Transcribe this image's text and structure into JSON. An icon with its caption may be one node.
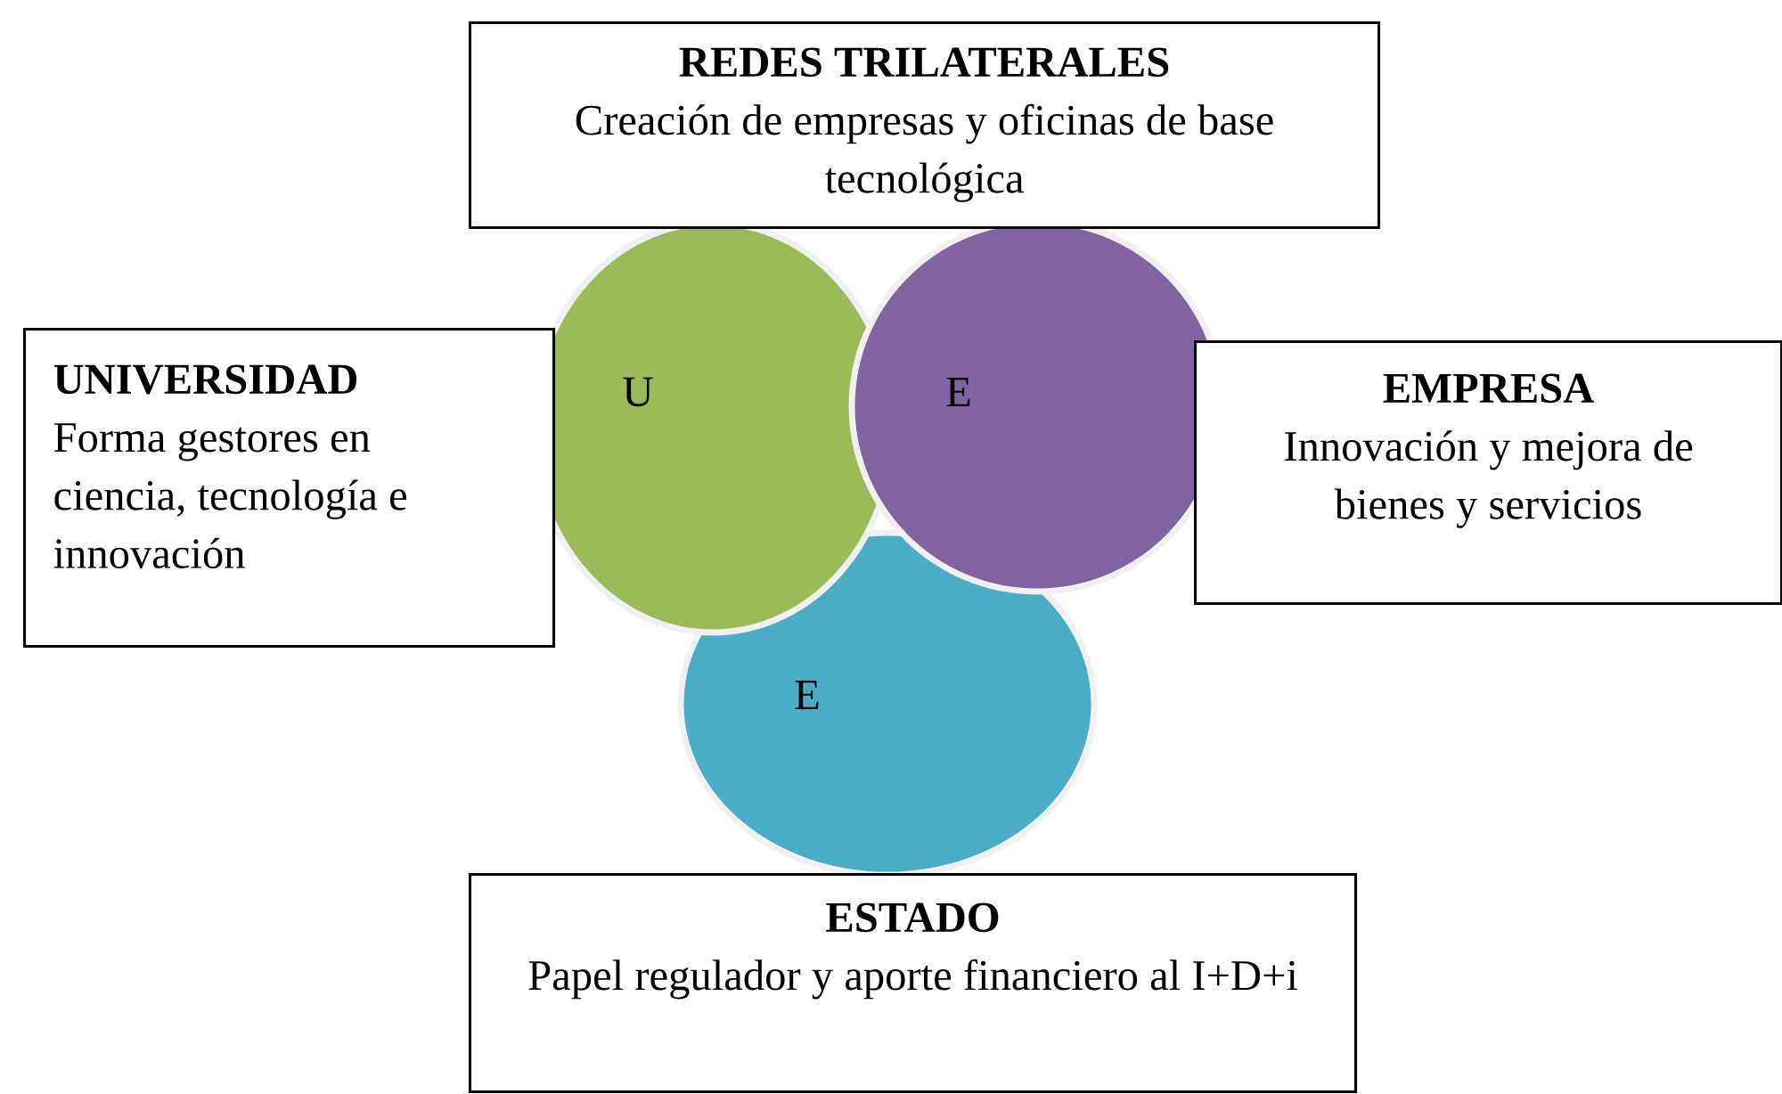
{
  "diagram": {
    "nodes": [
      {
        "text": [
          "REDES TRILATERALES",
          "Creación de empresas y oficinas de base tecnológica"
        ]
      },
      {
        "text": [
          "UNIVERSIDAD",
          "Forma gestores en ciencia, tecnología e innovación"
        ]
      },
      {
        "text": [
          "U"
        ]
      },
      {
        "text": [
          "E"
        ]
      },
      {
        "text": [
          "EMPRESA",
          "Innovación y mejora de bienes y servicios"
        ]
      },
      {
        "text": [
          "E"
        ]
      },
      {
        "text": [
          "ESTADO",
          "Papel regulador y aporte financiero al I+D+i"
        ]
      }
    ],
    "edges": []
  }
}
